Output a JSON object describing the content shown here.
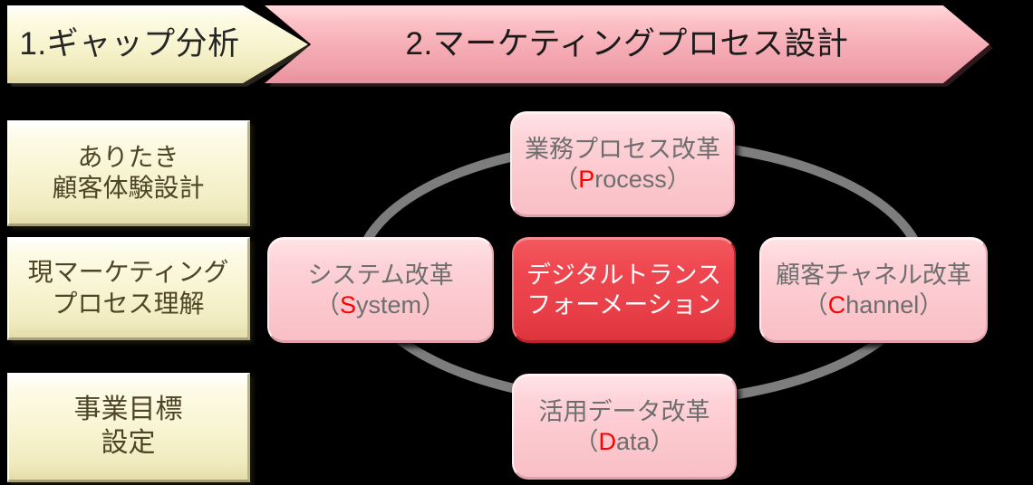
{
  "header": {
    "steps": [
      {
        "id": "gap-analysis",
        "label": "1.ギャップ分析",
        "style": "cream"
      },
      {
        "id": "marketing-process-design",
        "label": "2.マーケティングプロセス設計",
        "style": "pink"
      }
    ]
  },
  "left_column": {
    "boxes": [
      {
        "id": "expected-cx-design",
        "line1": "ありたき",
        "line2": "顧客体験設計"
      },
      {
        "id": "current-marketing-process",
        "line1": "現マーケティング",
        "line2": "プロセス理解"
      },
      {
        "id": "business-goal-setting",
        "line1": "事業目標",
        "line2": "設定"
      }
    ]
  },
  "diagram": {
    "center": {
      "id": "digital-transformation",
      "line1": "デジタルトランス",
      "line2": "フォーメーション"
    },
    "nodes": [
      {
        "id": "process-reform",
        "position": "top",
        "line1": "業務プロセス改革",
        "paren_open": "（",
        "initial": "P",
        "rest": "rocess",
        "paren_close": "）"
      },
      {
        "id": "system-reform",
        "position": "left",
        "line1": "システム改革",
        "paren_open": "（",
        "initial": "S",
        "rest": "ystem",
        "paren_close": "）"
      },
      {
        "id": "customer-channel-reform",
        "position": "right",
        "line1": "顧客チャネル改革",
        "paren_open": "（",
        "initial": "C",
        "rest": "hannel",
        "paren_close": "）"
      },
      {
        "id": "data-utilization-reform",
        "position": "bottom",
        "line1": "活用データ改革",
        "paren_open": "（",
        "initial": "D",
        "rest": "ata",
        "paren_close": "）"
      }
    ],
    "ring": {
      "id": "cycle-ring",
      "shape": "ellipse"
    }
  },
  "colors": {
    "background": "#000000",
    "cream_fill": "#f8f4d2",
    "cream_text": "#4d4526",
    "pink_fill": "#fbc8ce",
    "pink_header": "#f5aab3",
    "node_text": "#6e6e6e",
    "accent_red": "#ff0000",
    "center_red": "#e83f48",
    "center_text": "#ffffff",
    "ring_gray": "#7d7d7d"
  }
}
